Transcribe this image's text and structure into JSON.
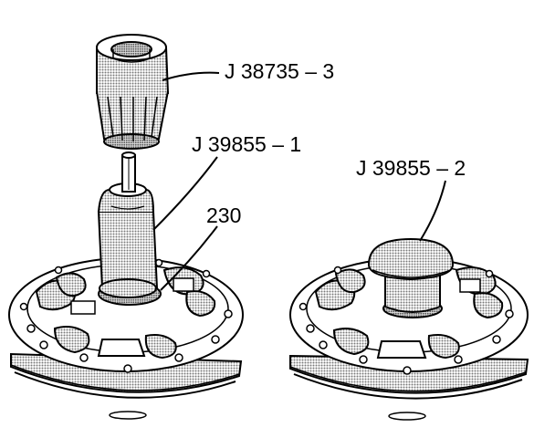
{
  "callouts": {
    "tool_top": "J 38735 – 3",
    "tool_middle": "J 39855 – 1",
    "part_number": "230",
    "tool_right": "J 39855 – 2"
  },
  "colors": {
    "ink": "#000000",
    "halftone": "#b8b8b8",
    "paper": "#ffffff"
  }
}
